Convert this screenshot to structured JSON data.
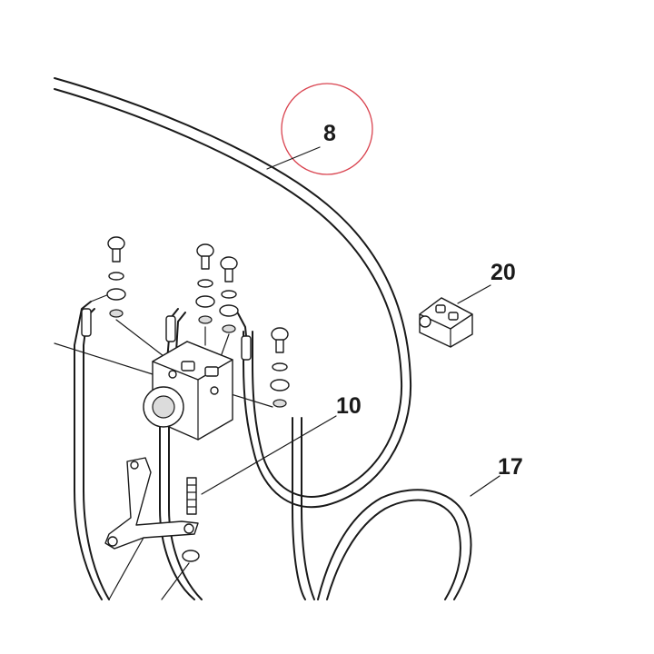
{
  "diagram": {
    "callouts": [
      {
        "id": "8",
        "label": "8"
      },
      {
        "id": "20",
        "label": "20"
      },
      {
        "id": "10",
        "label": "10"
      },
      {
        "id": "17",
        "label": "17"
      }
    ],
    "highlight_color": "#d9434f",
    "line_color": "#1a1a1a"
  }
}
